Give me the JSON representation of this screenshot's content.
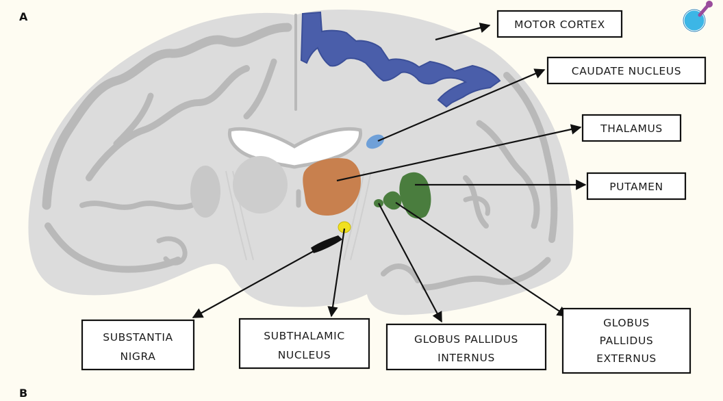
{
  "panels": {
    "top": "A",
    "bottom": "B"
  },
  "labels": {
    "motor_cortex": [
      "MOTOR CORTEX"
    ],
    "caudate_nucleus": [
      "CAUDATE NUCLEUS"
    ],
    "thalamus": [
      "THALAMUS"
    ],
    "putamen": [
      "PUTAMEN"
    ],
    "substantia_nigra": [
      "SUBSTANTIA",
      "NIGRA"
    ],
    "subthalamic_nucleus": [
      "SUBTHALAMIC",
      "NUCLEUS"
    ],
    "globus_pallidus_internus": [
      "GLOBUS PALLIDUS",
      "INTERNUS"
    ],
    "globus_pallidus_externus": [
      "GLOBUS",
      "PALLIDUS",
      "EXTERNUS"
    ]
  },
  "colors": {
    "motor_cortex": "#4a5eaa",
    "caudate_nucleus": "#6fa0d8",
    "thalamus": "#c8804e",
    "basal_ganglia_green": "#4a7d3e",
    "subthalamic_nucleus": "#f0e020",
    "substantia_nigra": "#111111",
    "logo_blue": "#3cb6e6",
    "logo_purple": "#9a4c9c"
  },
  "icons": {
    "logo": "pipette-logo-icon"
  }
}
